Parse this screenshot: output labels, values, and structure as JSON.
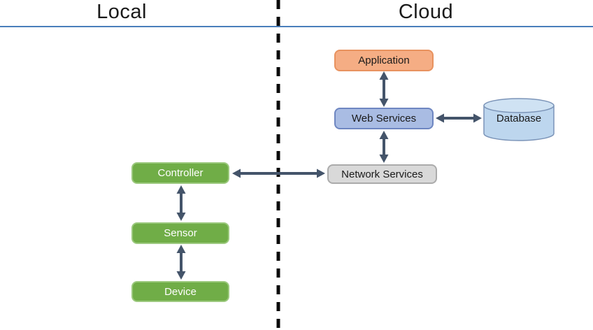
{
  "diagram": {
    "type": "architecture-diagram",
    "sections": {
      "local": {
        "label": "Local"
      },
      "cloud": {
        "label": "Cloud"
      }
    },
    "nodes": {
      "application": {
        "label": "Application",
        "section": "cloud",
        "shape": "rounded-rect",
        "fill": "#F5AD84",
        "border": "#E8925F",
        "text_color": "#1A1A1A"
      },
      "web_services": {
        "label": "Web Services",
        "section": "cloud",
        "shape": "rounded-rect",
        "fill": "#A9BCE3",
        "border": "#6E86C1",
        "text_color": "#1A1A1A"
      },
      "database": {
        "label": "Database",
        "section": "cloud",
        "shape": "cylinder",
        "fill": "#BDD6EE",
        "border": "#7B94B8",
        "text_color": "#1A1A1A"
      },
      "network_services": {
        "label": "Network Services",
        "section": "cloud",
        "shape": "rounded-rect",
        "fill": "#D9D9D9",
        "border": "#ABABAB",
        "text_color": "#1A1A1A"
      },
      "controller": {
        "label": "Controller",
        "section": "local",
        "shape": "rounded-rect",
        "fill": "#70AD47",
        "border": "#9CC97E",
        "text_color": "#FFFFFF"
      },
      "sensor": {
        "label": "Sensor",
        "section": "local",
        "shape": "rounded-rect",
        "fill": "#70AD47",
        "border": "#9CC97E",
        "text_color": "#FFFFFF"
      },
      "device": {
        "label": "Device",
        "section": "local",
        "shape": "rounded-rect",
        "fill": "#70AD47",
        "border": "#9CC97E",
        "text_color": "#FFFFFF"
      }
    },
    "edges": [
      {
        "from": "application",
        "to": "web_services",
        "bidirectional": true
      },
      {
        "from": "web_services",
        "to": "database",
        "bidirectional": true
      },
      {
        "from": "web_services",
        "to": "network_services",
        "bidirectional": true
      },
      {
        "from": "controller",
        "to": "network_services",
        "bidirectional": true
      },
      {
        "from": "controller",
        "to": "sensor",
        "bidirectional": true
      },
      {
        "from": "sensor",
        "to": "device",
        "bidirectional": true
      }
    ],
    "colors": {
      "arrow": "#44546A",
      "divider": "#000000",
      "header_rule": "#4A7EBB",
      "background": "#FFFFFF"
    }
  }
}
